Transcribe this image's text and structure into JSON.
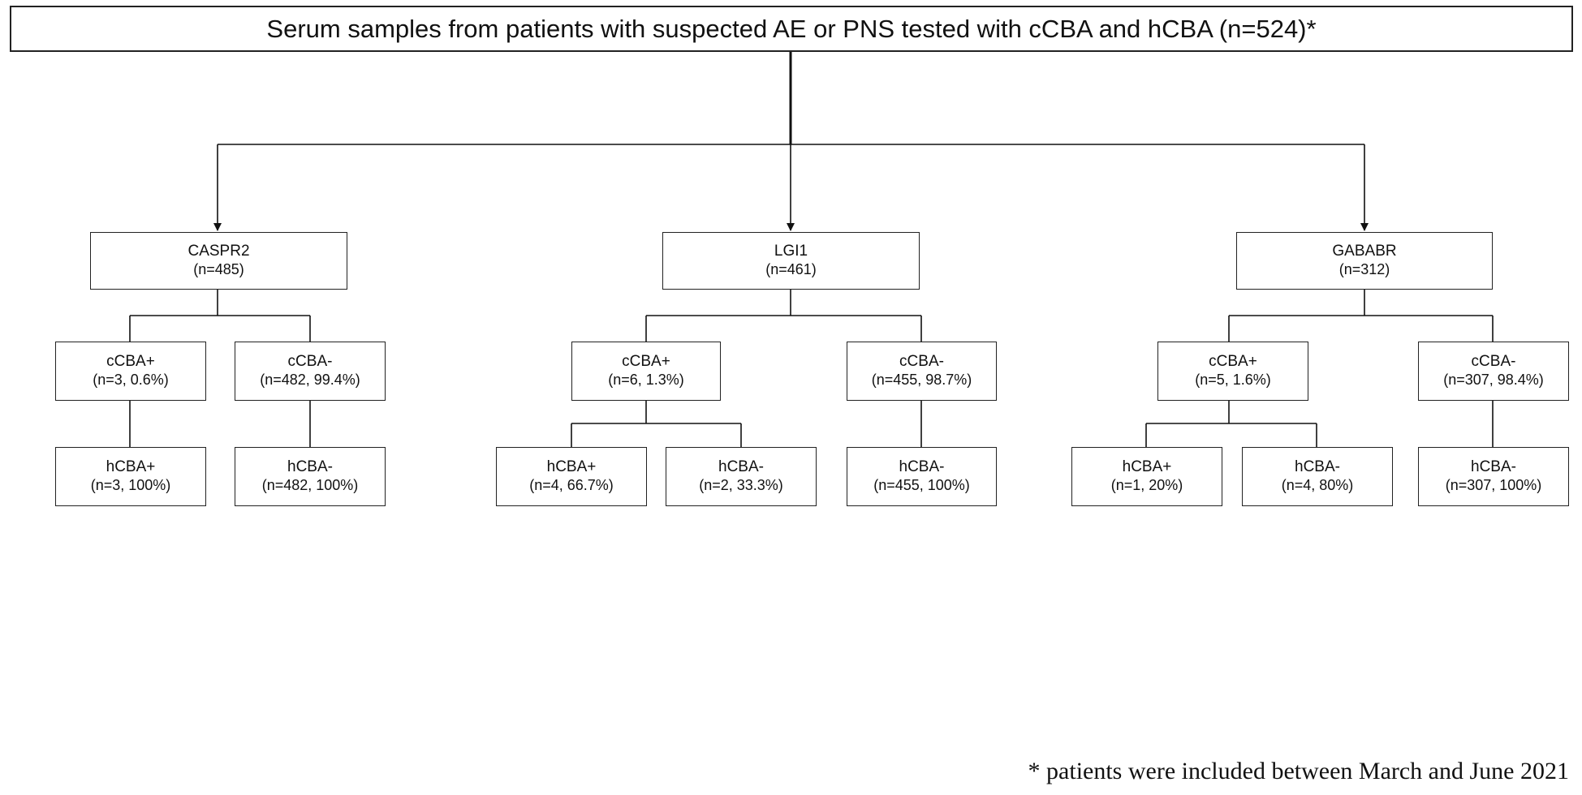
{
  "title": "Serum samples from patients with suspected AE or PNS tested with cCBA and hCBA (n=524)*",
  "footnote": "* patients were included between March and June 2021",
  "nodes": {
    "caspr2": {
      "label": "CASPR2",
      "count": "(n=485)"
    },
    "lgi1": {
      "label": "LGI1",
      "count": "(n=461)"
    },
    "gababr": {
      "label": "GABABR",
      "count": "(n=312)"
    },
    "caspr2_ccba_pos": {
      "label": "cCBA+",
      "count": "(n=3, 0.6%)"
    },
    "caspr2_ccba_neg": {
      "label": "cCBA-",
      "count": "(n=482, 99.4%)"
    },
    "lgi1_ccba_pos": {
      "label": "cCBA+",
      "count": "(n=6, 1.3%)"
    },
    "lgi1_ccba_neg": {
      "label": "cCBA-",
      "count": "(n=455, 98.7%)"
    },
    "gababr_ccba_pos": {
      "label": "cCBA+",
      "count": "(n=5, 1.6%)"
    },
    "gababr_ccba_neg": {
      "label": "cCBA-",
      "count": "(n=307, 98.4%)"
    },
    "caspr2_hcba_pos": {
      "label": "hCBA+",
      "count": "(n=3, 100%)"
    },
    "caspr2_hcba_neg": {
      "label": "hCBA-",
      "count": "(n=482, 100%)"
    },
    "lgi1_hcba_pos": {
      "label": "hCBA+",
      "count": "(n=4, 66.7%)"
    },
    "lgi1_hcba_neg": {
      "label": "hCBA-",
      "count": "(n=2, 33.3%)"
    },
    "lgi1_neg_hcba_neg": {
      "label": "hCBA-",
      "count": "(n=455, 100%)"
    },
    "gababr_hcba_pos": {
      "label": "hCBA+",
      "count": "(n=1, 20%)"
    },
    "gababr_hcba_neg": {
      "label": "hCBA-",
      "count": "(n=4, 80%)"
    },
    "gababr_neg_hcba_neg": {
      "label": "hCBA-",
      "count": "(n=307, 100%)"
    }
  }
}
